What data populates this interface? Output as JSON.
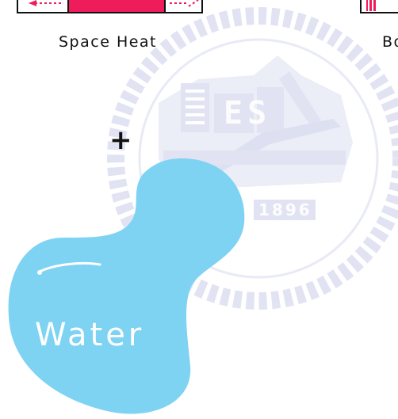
{
  "watermark": {
    "emblem_letters": "ES",
    "year": "1896",
    "color": "#c9cdea"
  },
  "tiles": {
    "space_heat": {
      "label": "Space Heat",
      "fill_color": "#ee1c5a",
      "border_color": "#111111"
    },
    "partial_tile": {
      "label": "Bo",
      "fill_color": "#ee1c5a"
    }
  },
  "operator": {
    "symbol": "+"
  },
  "water_blob": {
    "label": "Water",
    "fill_color": "#7fd3f2",
    "highlight_color": "#ffffff"
  }
}
